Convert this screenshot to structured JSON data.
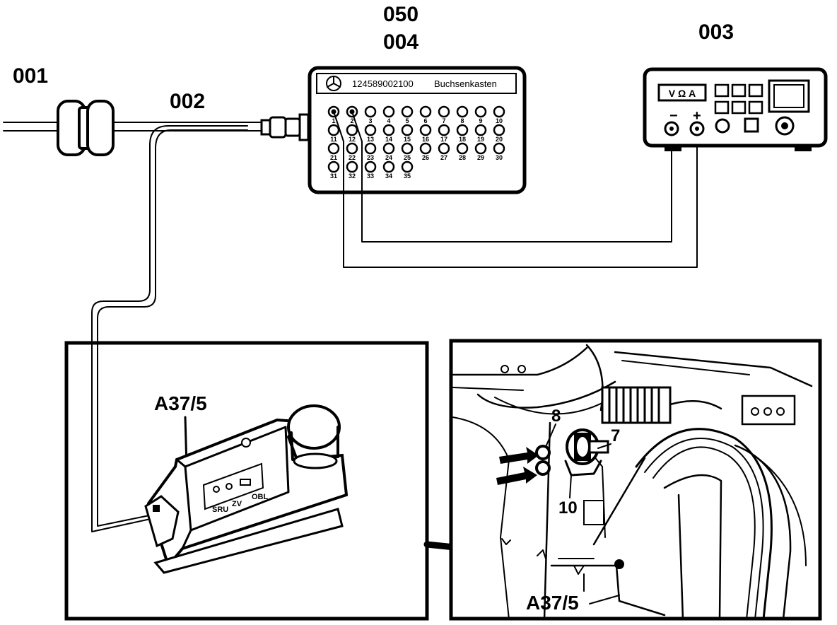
{
  "labels": {
    "item_001": "001",
    "item_002": "002",
    "item_050": "050",
    "item_004": "004",
    "item_003": "003",
    "component_left": "A37/5",
    "component_right": "A37/5",
    "pin_8": "8",
    "pin_7": "7",
    "pin_10": "10"
  },
  "socket_box": {
    "part_number": "124589002100",
    "name": "Buchsenkasten",
    "row1": [
      "1",
      "2",
      "3",
      "4",
      "5",
      "6",
      "7",
      "8",
      "9",
      "10"
    ],
    "row2": [
      "11",
      "12",
      "13",
      "14",
      "15",
      "16",
      "17",
      "18",
      "19",
      "20"
    ],
    "row3": [
      "21",
      "22",
      "23",
      "24",
      "25",
      "26",
      "27",
      "28",
      "29",
      "30"
    ],
    "row4": [
      "31",
      "32",
      "33",
      "34",
      "35"
    ]
  },
  "multimeter": {
    "modes": "V Ω A",
    "minus": "−",
    "plus": "+"
  },
  "module": {
    "switch_labels": [
      "SRU",
      "ZV",
      "OBL"
    ]
  },
  "colors": {
    "ink": "#000000",
    "paper": "#ffffff"
  }
}
